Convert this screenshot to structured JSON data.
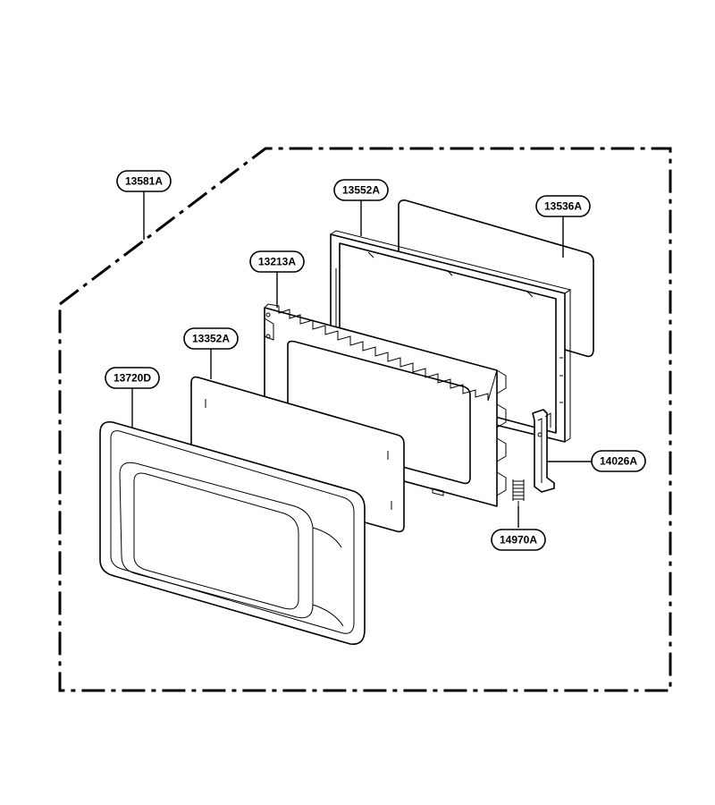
{
  "diagram": {
    "boundary_style": "dash-dot",
    "parts": [
      {
        "id": "13581A",
        "label": "13581A"
      },
      {
        "id": "13552A",
        "label": "13552A"
      },
      {
        "id": "13536A",
        "label": "13536A"
      },
      {
        "id": "13213A",
        "label": "13213A"
      },
      {
        "id": "13352A",
        "label": "13352A"
      },
      {
        "id": "13720D",
        "label": "13720D"
      },
      {
        "id": "14026A",
        "label": "14026A"
      },
      {
        "id": "14970A",
        "label": "14970A"
      }
    ]
  }
}
